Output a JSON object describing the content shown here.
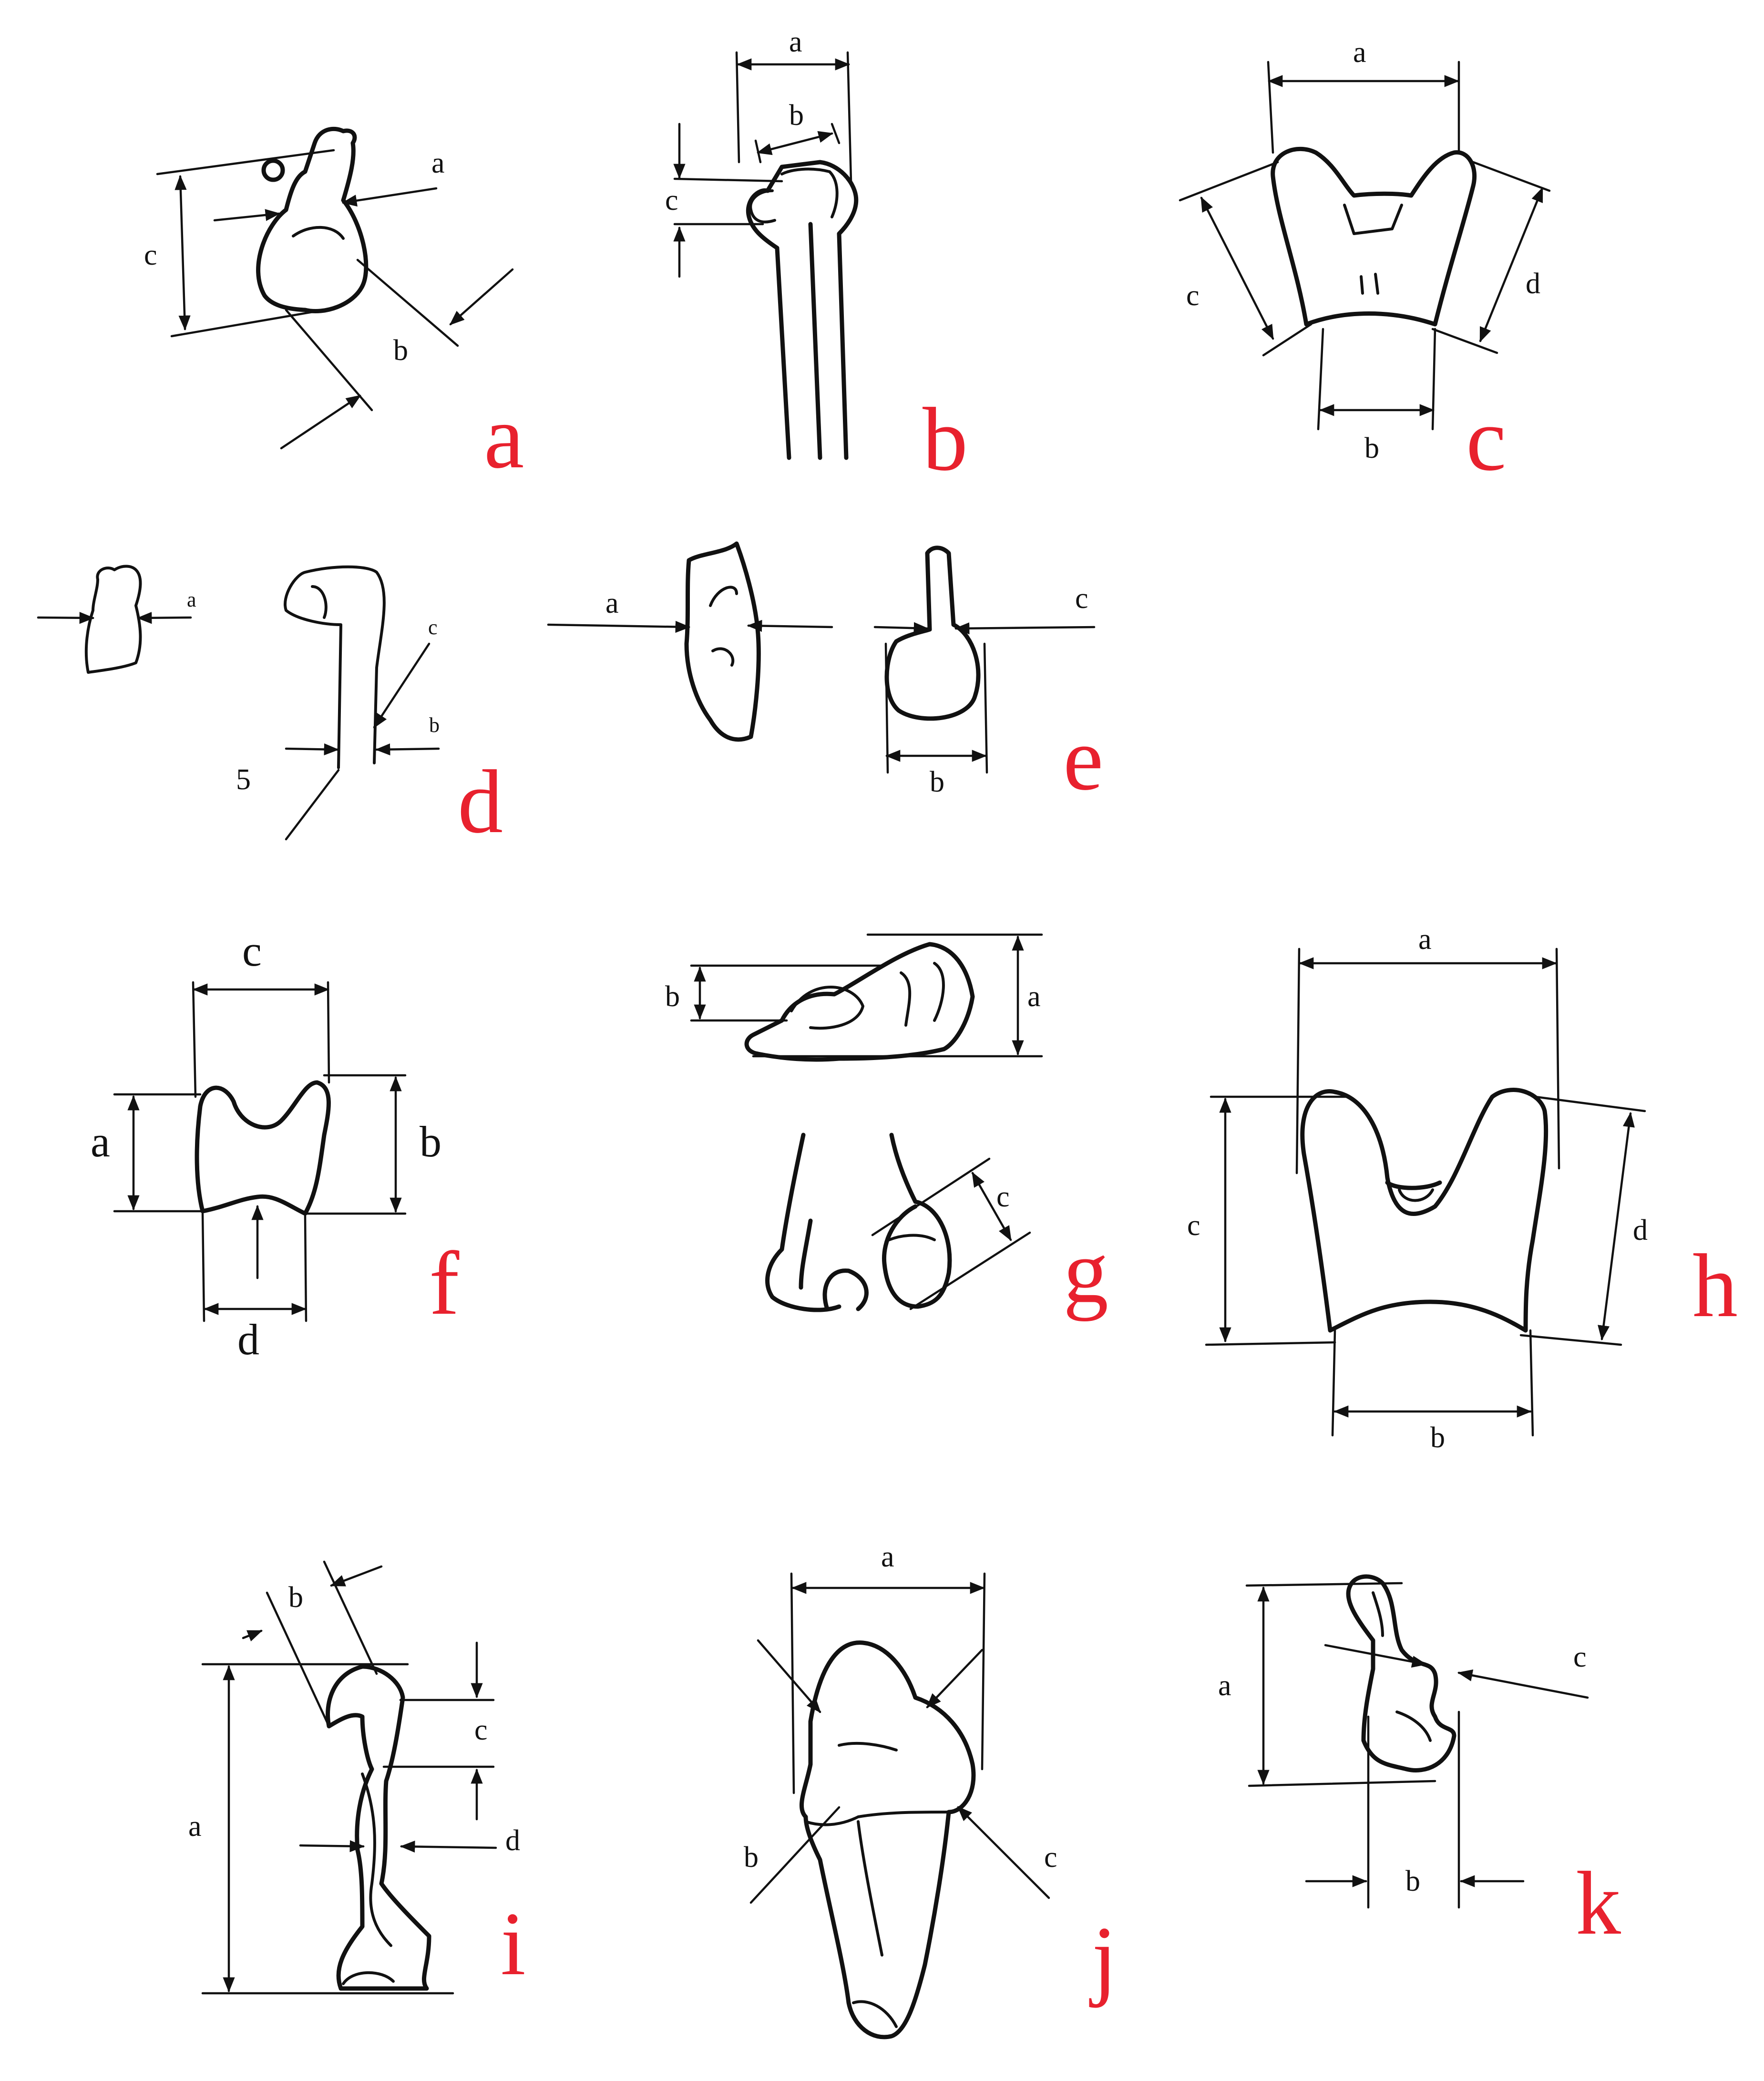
{
  "colors": {
    "panel_label": "#e8212e",
    "ink": "#111111",
    "background": "#ffffff"
  },
  "panels": [
    {
      "id": "a",
      "label": "a",
      "measures": [
        "a",
        "b",
        "c"
      ]
    },
    {
      "id": "b",
      "label": "b",
      "measures": [
        "a",
        "b",
        "c"
      ]
    },
    {
      "id": "c",
      "label": "c",
      "measures": [
        "a",
        "b",
        "c",
        "d"
      ]
    },
    {
      "id": "d",
      "label": "d",
      "measures": [
        "a",
        "b",
        "c"
      ],
      "stray_text": "5"
    },
    {
      "id": "e",
      "label": "e",
      "measures": [
        "a",
        "b",
        "c"
      ]
    },
    {
      "id": "f",
      "label": "f",
      "measures": [
        "a",
        "b",
        "c",
        "d"
      ]
    },
    {
      "id": "g",
      "label": "g",
      "measures": [
        "a",
        "b",
        "c"
      ]
    },
    {
      "id": "h",
      "label": "h",
      "measures": [
        "a",
        "b",
        "c",
        "d"
      ]
    },
    {
      "id": "i",
      "label": "i",
      "measures": [
        "a",
        "b",
        "c",
        "d"
      ]
    },
    {
      "id": "j",
      "label": "j",
      "measures": [
        "a",
        "b",
        "c"
      ]
    },
    {
      "id": "k",
      "label": "k",
      "measures": [
        "a",
        "b",
        "c"
      ]
    }
  ]
}
